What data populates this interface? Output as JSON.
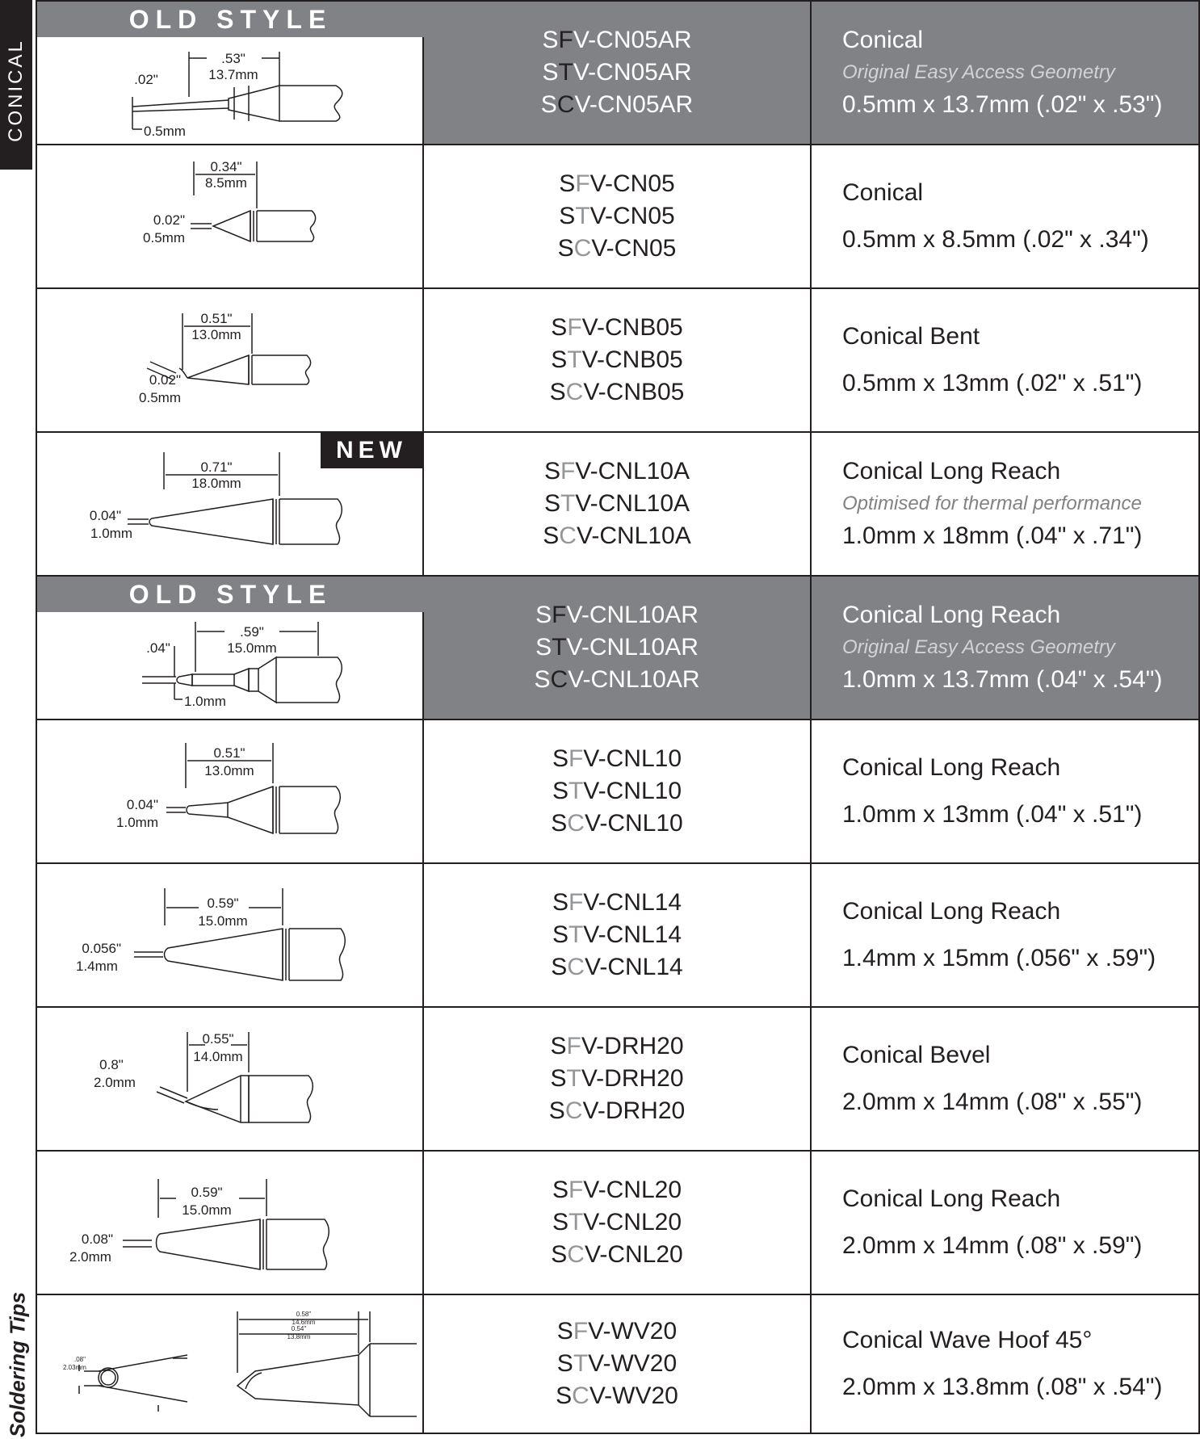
{
  "side_tab": "CONICAL",
  "footer_label": "Soldering Tips",
  "rows": [
    {
      "style": "old",
      "badge": "OLD STYLE",
      "fig": {
        "len_in": ".53\"",
        "len_mm": "13.7mm",
        "dia_in": ".02\"",
        "dia_mm": "0.5mm"
      },
      "parts": [
        {
          "p1": "S",
          "hl": "F",
          "p2": "V-CN05AR"
        },
        {
          "p1": "S",
          "hl": "T",
          "p2": "V-CN05AR"
        },
        {
          "p1": "S",
          "hl": "C",
          "p2": "V-CN05AR"
        }
      ],
      "name": "Conical",
      "sub": "Original Easy Access Geometry",
      "dims": "0.5mm x 13.7mm (.02\" x .53\")"
    },
    {
      "style": "normal",
      "fig": {
        "len_in": "0.34\"",
        "len_mm": "8.5mm",
        "dia_in": "0.02\"",
        "dia_mm": "0.5mm"
      },
      "parts": [
        {
          "p1": "S",
          "hl": "F",
          "p2": "V-CN05"
        },
        {
          "p1": "S",
          "hl": "T",
          "p2": "V-CN05"
        },
        {
          "p1": "S",
          "hl": "C",
          "p2": "V-CN05"
        }
      ],
      "name": "Conical",
      "dims": "0.5mm x 8.5mm (.02\" x .34\")"
    },
    {
      "style": "normal",
      "fig": {
        "len_in": "0.51\"",
        "len_mm": "13.0mm",
        "dia_in": "0.02\"",
        "dia_mm": "0.5mm"
      },
      "parts": [
        {
          "p1": "S",
          "hl": "F",
          "p2": "V-CNB05"
        },
        {
          "p1": "S",
          "hl": "T",
          "p2": "V-CNB05"
        },
        {
          "p1": "S",
          "hl": "C",
          "p2": "V-CNB05"
        }
      ],
      "name": "Conical Bent",
      "dims": "0.5mm x 13mm (.02\" x .51\")"
    },
    {
      "style": "new",
      "badge": "NEW",
      "fig": {
        "len_in": "0.71\"",
        "len_mm": "18.0mm",
        "dia_in": "0.04\"",
        "dia_mm": "1.0mm"
      },
      "parts": [
        {
          "p1": "S",
          "hl": "F",
          "p2": "V-CNL10A"
        },
        {
          "p1": "S",
          "hl": "T",
          "p2": "V-CNL10A"
        },
        {
          "p1": "S",
          "hl": "C",
          "p2": "V-CNL10A"
        }
      ],
      "name": "Conical Long Reach",
      "sub": "Optimised for thermal performance",
      "dims": "1.0mm x 18mm (.04\" x .71\")"
    },
    {
      "style": "old",
      "badge": "OLD STYLE",
      "fig": {
        "len_in": ".59\"",
        "len_mm": "15.0mm",
        "dia_in": ".04\"",
        "dia_mm": "1.0mm"
      },
      "parts": [
        {
          "p1": "S",
          "hl": "F",
          "p2": "V-CNL10AR"
        },
        {
          "p1": "S",
          "hl": "T",
          "p2": "V-CNL10AR"
        },
        {
          "p1": "S",
          "hl": "C",
          "p2": "V-CNL10AR"
        }
      ],
      "name": "Conical Long Reach",
      "sub": "Original Easy Access Geometry",
      "dims": "1.0mm x 13.7mm (.04\" x .54\")"
    },
    {
      "style": "normal",
      "fig": {
        "len_in": "0.51\"",
        "len_mm": "13.0mm",
        "dia_in": "0.04\"",
        "dia_mm": "1.0mm"
      },
      "parts": [
        {
          "p1": "S",
          "hl": "F",
          "p2": "V-CNL10"
        },
        {
          "p1": "S",
          "hl": "T",
          "p2": "V-CNL10"
        },
        {
          "p1": "S",
          "hl": "C",
          "p2": "V-CNL10"
        }
      ],
      "name": "Conical Long Reach",
      "dims": "1.0mm x 13mm (.04\" x .51\")"
    },
    {
      "style": "normal",
      "fig": {
        "len_in": "0.59\"",
        "len_mm": "15.0mm",
        "dia_in": "0.056\"",
        "dia_mm": "1.4mm"
      },
      "parts": [
        {
          "p1": "S",
          "hl": "F",
          "p2": "V-CNL14"
        },
        {
          "p1": "S",
          "hl": "T",
          "p2": "V-CNL14"
        },
        {
          "p1": "S",
          "hl": "C",
          "p2": "V-CNL14"
        }
      ],
      "name": "Conical Long Reach",
      "dims": "1.4mm x 15mm (.056\" x .59\")"
    },
    {
      "style": "normal",
      "fig": {
        "len_in": "0.55\"",
        "len_mm": "14.0mm",
        "dia_in": "0.8\"",
        "dia_mm": "2.0mm"
      },
      "parts": [
        {
          "p1": "S",
          "hl": "F",
          "p2": "V-DRH20"
        },
        {
          "p1": "S",
          "hl": "T",
          "p2": "V-DRH20"
        },
        {
          "p1": "S",
          "hl": "C",
          "p2": "V-DRH20"
        }
      ],
      "name": "Conical Bevel",
      "dims": "2.0mm x 14mm (.08\" x .55\")"
    },
    {
      "style": "normal",
      "fig": {
        "len_in": "0.59\"",
        "len_mm": "15.0mm",
        "dia_in": "0.08\"",
        "dia_mm": "2.0mm"
      },
      "parts": [
        {
          "p1": "S",
          "hl": "F",
          "p2": "V-CNL20"
        },
        {
          "p1": "S",
          "hl": "T",
          "p2": "V-CNL20"
        },
        {
          "p1": "S",
          "hl": "C",
          "p2": "V-CNL20"
        }
      ],
      "name": "Conical Long Reach",
      "dims": "2.0mm x 14mm (.08\" x .59\")"
    },
    {
      "style": "normal",
      "fig": {
        "dia_in": ".08\"",
        "dia_mm": "2.03mm",
        "len1_in": "0.58\"",
        "len1_mm": "14.6mm",
        "len2_in": "0.54\"",
        "len2_mm": "13.8mm"
      },
      "parts": [
        {
          "p1": "S",
          "hl": "F",
          "p2": "V-WV20"
        },
        {
          "p1": "S",
          "hl": "T",
          "p2": "V-WV20"
        },
        {
          "p1": "S",
          "hl": "C",
          "p2": "V-WV20"
        }
      ],
      "name": "Conical Wave Hoof 45°",
      "dims": "2.0mm x 13.8mm (.08\" x .54\")"
    }
  ]
}
